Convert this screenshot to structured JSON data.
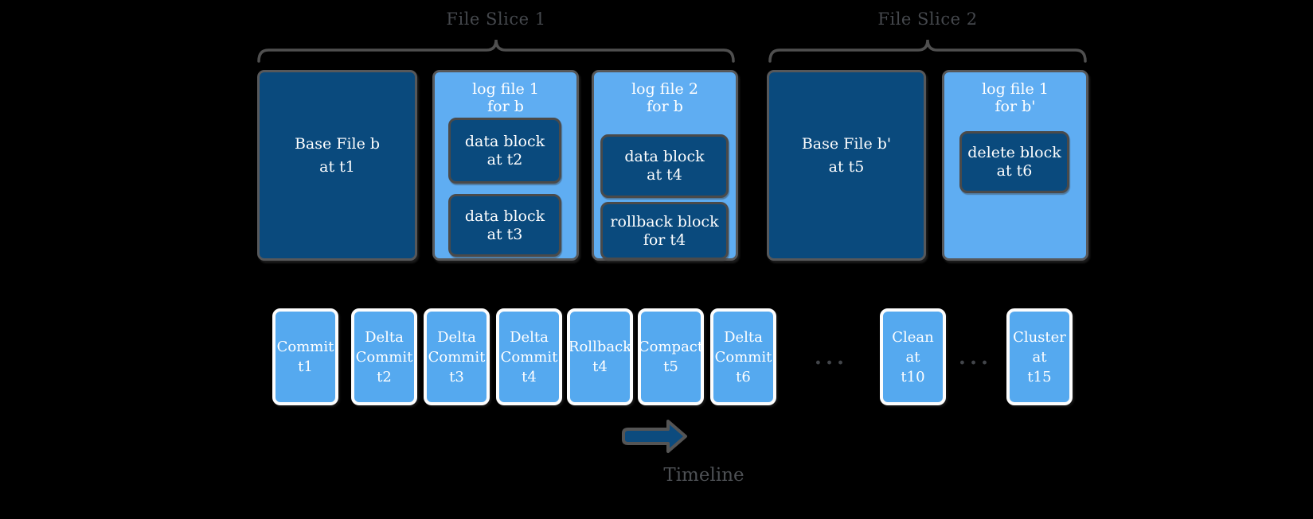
{
  "diagram": {
    "slice_labels": [
      "File Slice 1",
      "File Slice 2"
    ],
    "timeline_label": "Timeline",
    "ellipsis": "..."
  },
  "file_groups": {
    "base_b": {
      "line1": "Base File b",
      "line2": "at t1"
    },
    "log1_b": {
      "title1": "log file 1",
      "title2": "for b",
      "blocks": [
        {
          "line1": "data block",
          "line2": "at t2"
        },
        {
          "line1": "data block",
          "line2": "at t3"
        }
      ]
    },
    "log2_b": {
      "title1": "log file 2",
      "title2": "for b",
      "blocks": [
        {
          "line1": "data block",
          "line2": "at t4"
        },
        {
          "line1": "rollback block",
          "line2": "for t4"
        }
      ]
    },
    "base_b2": {
      "line1": "Base File b'",
      "line2": "at t5"
    },
    "log1_b2": {
      "title1": "log file 1",
      "title2": "for b'",
      "blocks": [
        {
          "line1": "delete block",
          "line2": "at t6"
        }
      ]
    }
  },
  "timeline": {
    "events": [
      {
        "lines": [
          "Commit",
          "t1"
        ]
      },
      {
        "lines": [
          "Delta",
          "Commit",
          "t2"
        ]
      },
      {
        "lines": [
          "Delta",
          "Commit",
          "t3"
        ]
      },
      {
        "lines": [
          "Delta",
          "Commit",
          "t4"
        ]
      },
      {
        "lines": [
          "Rollback",
          "t4"
        ]
      },
      {
        "lines": [
          "Compact",
          "t5"
        ]
      },
      {
        "lines": [
          "Delta",
          "Commit",
          "t6"
        ]
      },
      {
        "lines": [
          "Clean",
          "at",
          "t10"
        ]
      },
      {
        "lines": [
          "Cluster",
          "at",
          "t15"
        ]
      }
    ]
  },
  "colors": {
    "background": "#000000",
    "base_file_fill": "#0a4a7d",
    "log_file_fill": "#5fadf2",
    "timeline_event_fill": "#55a9ef",
    "box_border_gray": "#57585a",
    "inner_block_border": "#4a4a4a",
    "timeline_event_border": "#fdfdfd",
    "label_gray": "#45484d",
    "text_white": "#ffffff"
  }
}
